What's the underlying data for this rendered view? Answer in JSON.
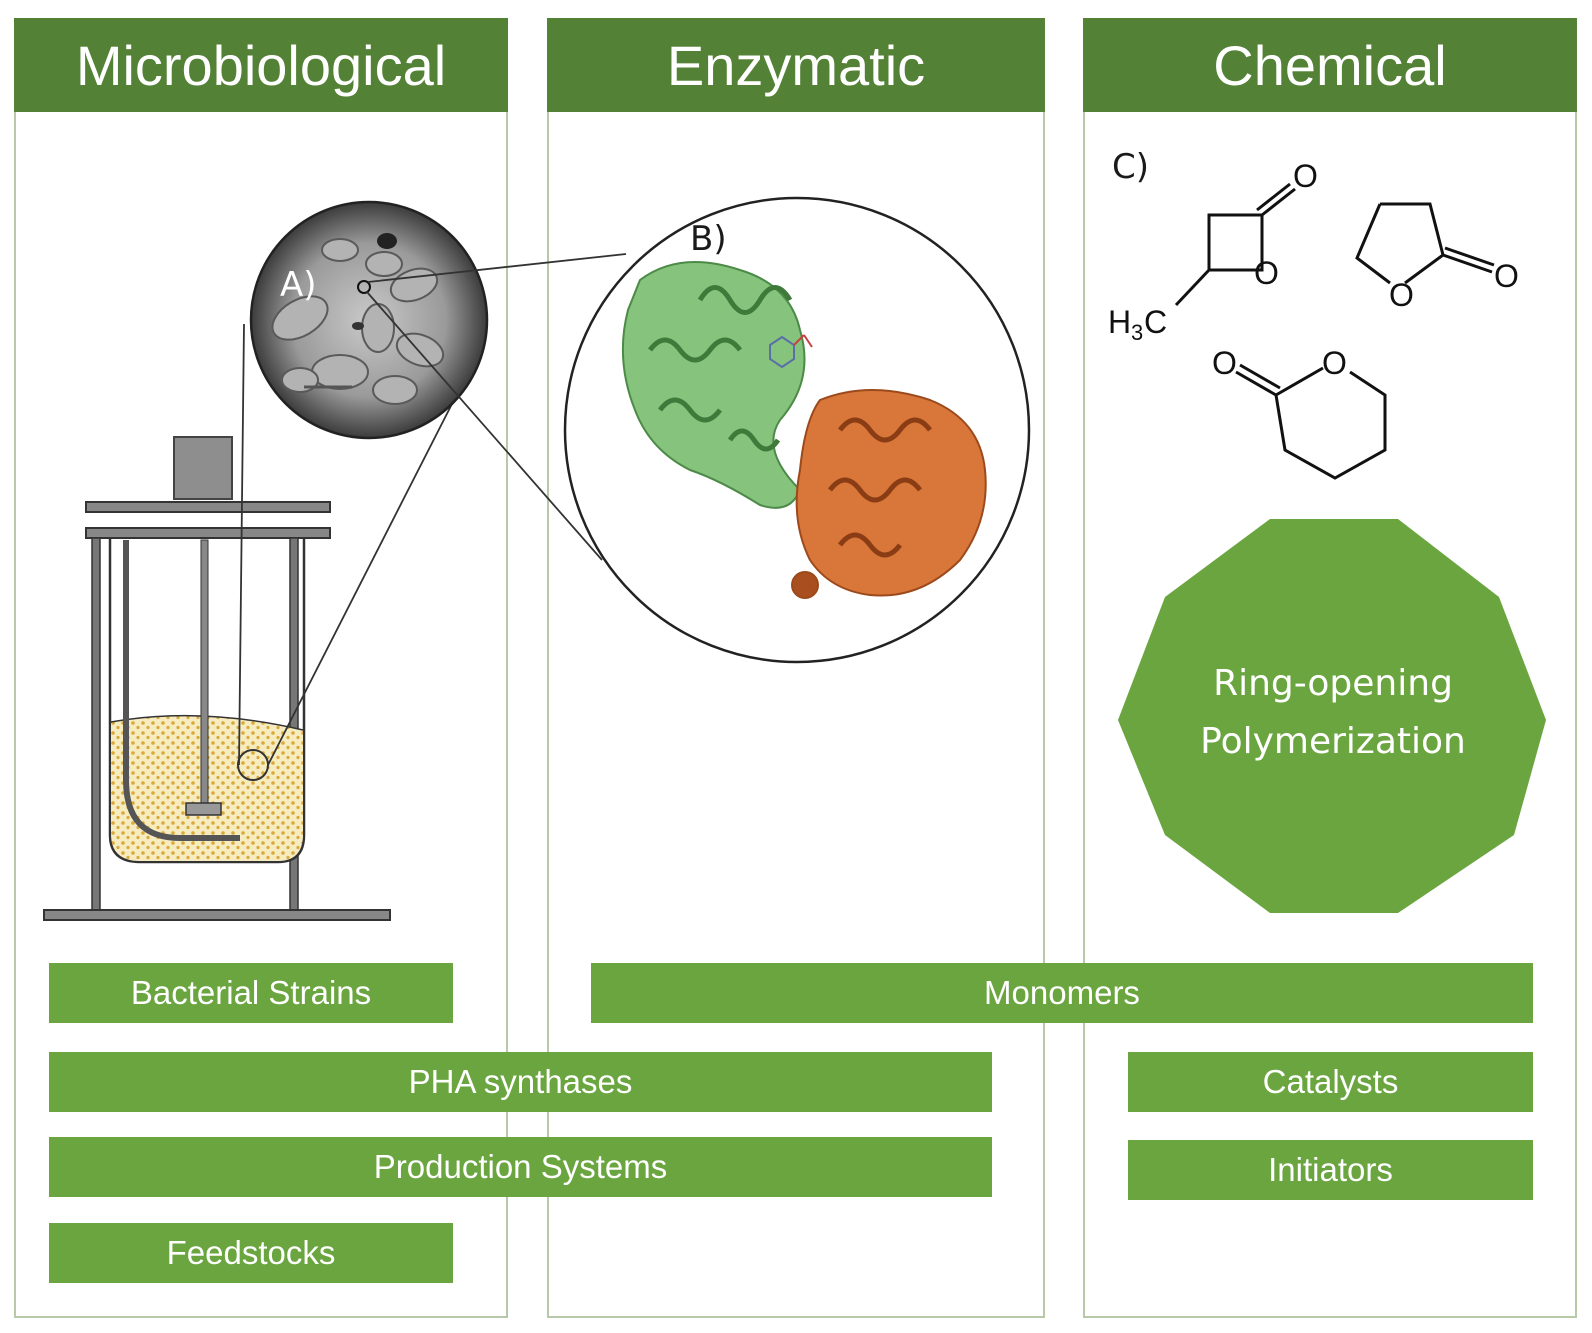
{
  "columns": [
    {
      "title": "Microbiological"
    },
    {
      "title": "Enzymatic"
    },
    {
      "title": "Chemical"
    }
  ],
  "panel_labels": {
    "a": "A)",
    "b": "B)",
    "c": "C)"
  },
  "chemistry": {
    "oxygen": "O",
    "methyl_h": "H",
    "methyl_sub": "3",
    "methyl_c": "C"
  },
  "rop": {
    "line1": "Ring-opening",
    "line2": "Polymerization"
  },
  "bars": {
    "bacterial_strains": "Bacterial Strains",
    "monomers": "Monomers",
    "pha_synthases": "PHA synthases",
    "catalysts": "Catalysts",
    "production_systems": "Production Systems",
    "initiators": "Initiators",
    "feedstocks": "Feedstocks"
  },
  "colors": {
    "header_green": "#538135",
    "bar_green": "#6aa53f",
    "protein_green": "#7fbf7a",
    "protein_orange": "#d2692c",
    "medium_yellow": "#f4e3a0"
  }
}
